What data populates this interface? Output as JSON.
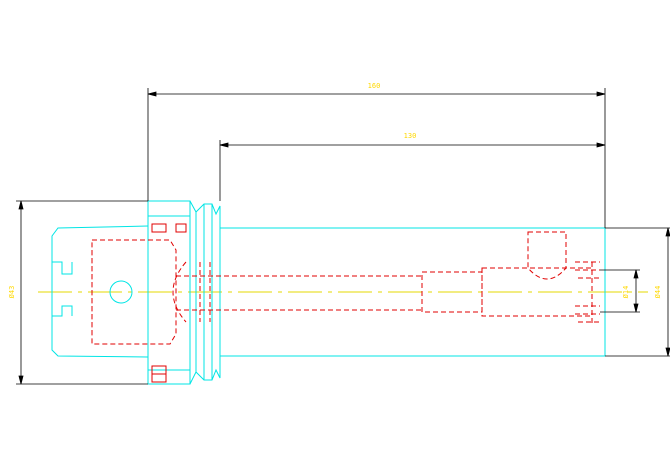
{
  "drawing": {
    "colors": {
      "background": "#ffffff",
      "outline": "#00e5e5",
      "hidden": "#e00000",
      "centerline": "#e6d800",
      "dimension": "#000000",
      "dimension_text": "#ffd800"
    },
    "dimensions": {
      "overall_length": "160",
      "body_length": "130",
      "flange_diameter": "Ø43",
      "body_diameter": "Ø44",
      "bore_diameter": "Ø14"
    }
  }
}
